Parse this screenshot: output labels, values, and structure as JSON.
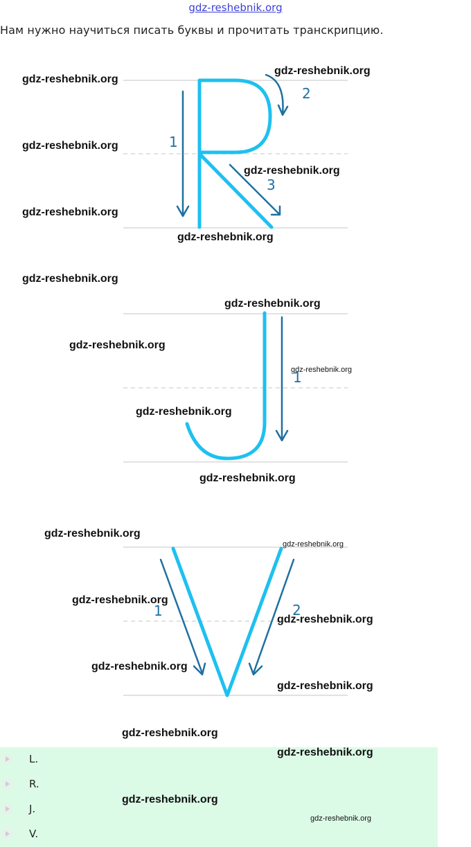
{
  "header": {
    "site_link": "gdz-reshebnik.org",
    "intro": "Нам нужно научиться писать буквы и прочитать транскрипцию."
  },
  "watermark": "gdz-reshebnik.org",
  "letters": {
    "R": {
      "step1": "1",
      "step2": "2",
      "step3": "3"
    },
    "J": {
      "step1": "1"
    },
    "V": {
      "step1": "1",
      "step2": "2"
    }
  },
  "answers": [
    "L.",
    "R.",
    "J.",
    "V."
  ],
  "colors": {
    "stroke": "#1ec0f0",
    "arrow": "#1f6fa0",
    "guide": "#e2e2e2",
    "answers_bg": "#dcfbe7",
    "link": "#3b3fd8"
  }
}
